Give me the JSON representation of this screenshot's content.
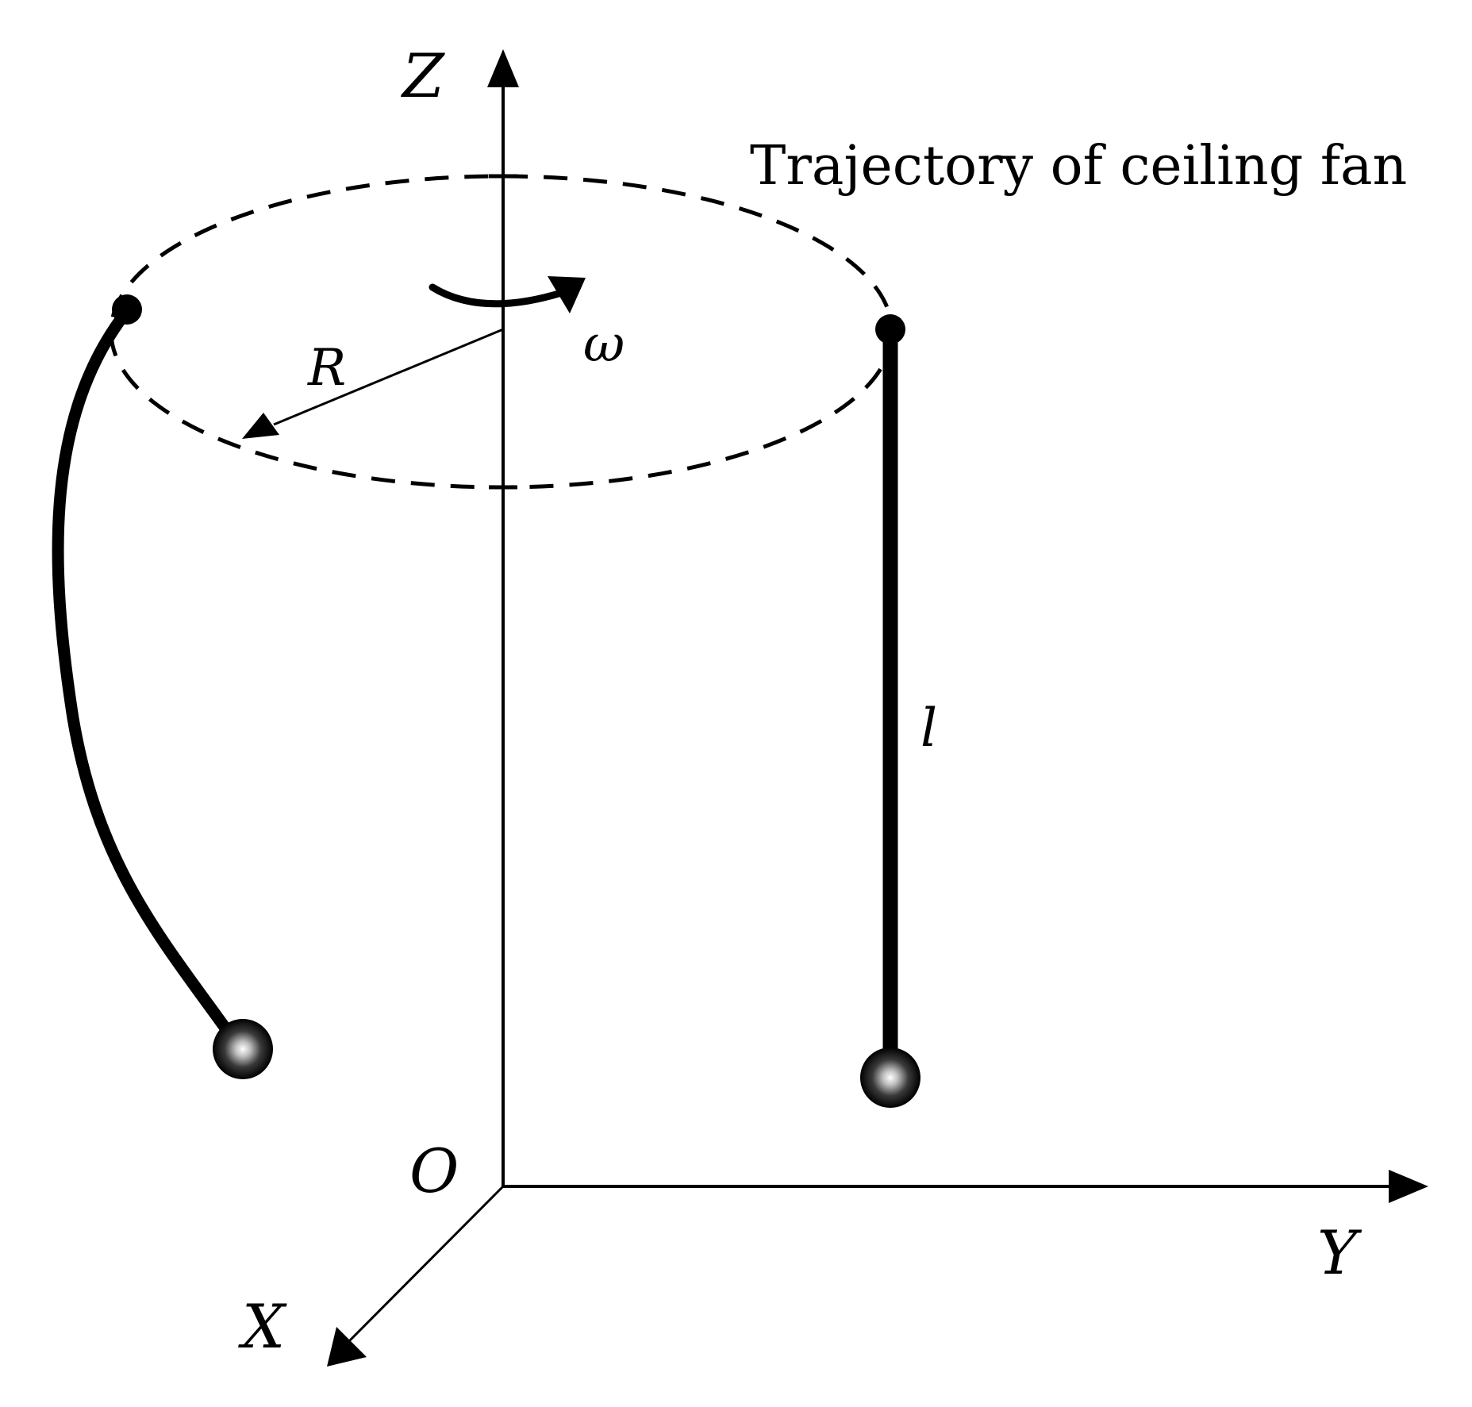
{
  "labels": {
    "z_axis": "Z",
    "y_axis": "Y",
    "x_axis": "X",
    "origin": "O",
    "radius": "R",
    "angular_velocity": "ω",
    "length": "l",
    "trajectory": "Trajectory of ceiling fan"
  },
  "colors": {
    "line": "#000000",
    "background": "#ffffff"
  }
}
